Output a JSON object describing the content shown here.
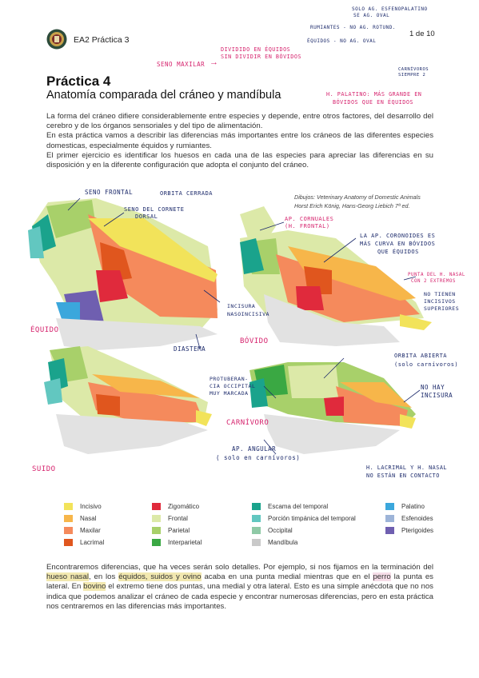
{
  "header": {
    "course": "EA2 Práctica 3",
    "page": "1 de 10",
    "notes": [
      "SOLO AG. ESFENOPALATINO",
      "SE AG. OVAL",
      "RUMIANTES - NO AG. ROTUND.",
      "ÉQUIDOS - NO AG. OVAL"
    ],
    "note_carnivoros": [
      "CARNÍVOROS",
      "SIEMPRE 2"
    ]
  },
  "top_annotations": {
    "seno_maxilar": "SENO MAXILAR",
    "dividido": [
      "DIVIDIDO EN ÉQUIDOS",
      "SIN DIVIDIR EN BÓVIDOS"
    ],
    "palatino": [
      "H. PALATINO: MÁS GRANDE EN",
      "BÓVIDOS QUE EN ÉQUIDOS"
    ]
  },
  "title": {
    "main": "Práctica 4",
    "sub": "Anatomía comparada del cráneo y mandíbula"
  },
  "intro": [
    "La forma del cráneo difiere considerablemente entre especies y depende, entre otros factores, del desarrollo del cerebro y de los órganos sensoriales y del tipo de alimentación.",
    "En esta práctica vamos a describir las diferencias más importantes entre los cráneos de las diferentes especies domesticas, especialmente équidos y rumiantes.",
    "El primer ejercicio es identificar los huesos en cada una de las especies para apreciar las diferencias en su disposición y en la diferente configuración que adopta el conjunto del cráneo."
  ],
  "credits": [
    "Dibujos: Veterinary Anatomy of Domestic Animals",
    "Horst Erich König, Hans-Georg Liebich 7ª ed."
  ],
  "figure_labels": {
    "seno_frontal": "SENO FRONTAL",
    "orbita_cerrada": "ORBITA CERRADA",
    "seno_cornete": [
      "SENO DEL CORNETE",
      "DORSAL"
    ],
    "ap_cornuales": [
      "AP. CORNUALES",
      "(H. frontal)"
    ],
    "coronoides": [
      "LA AP. CORONOIDES ES",
      "MÁS CURVA EN BÓVIDOS",
      "QUE ÉQUIDOS"
    ],
    "punta_nasal": [
      "PUNTA DEL H. NASAL",
      "CON 2 EXTREMOS"
    ],
    "no_incisivos": [
      "NO TIENEN",
      "INCISIVOS",
      "SUPERIORES"
    ],
    "incisura": [
      "INCISURA",
      "NASOINCISIVA"
    ],
    "equido": "ÉQUIDO",
    "bovido": "BÓVIDO",
    "diastema": "DIASTEMA",
    "orbita_abierta": [
      "ORBITA ABIERTA",
      "(solo carnívoros)"
    ],
    "protuberancia": [
      "PROTUBERAN-",
      "CIA OCCIPITAL",
      "MUY MARCADA"
    ],
    "no_hay_incisura": [
      "NO HAY",
      "INCISURA"
    ],
    "carnivoro": "CARNÍVORO",
    "suido": "SUIDO",
    "ap_angular": [
      "AP. ANGULAR",
      "( solo en carnívoros)"
    ],
    "lacrimal_nasal": [
      "H. LACRIMAL Y H. NASAL",
      "NO ESTÁN EN CONTACTO"
    ]
  },
  "legend": {
    "col1": [
      {
        "label": "Incisivo",
        "color": "#f2e35a"
      },
      {
        "label": "Nasal",
        "color": "#f7b64a"
      },
      {
        "label": "Maxilar",
        "color": "#f58a5c"
      },
      {
        "label": "Lacrimal",
        "color": "#e0561e"
      }
    ],
    "col2": [
      {
        "label": "Zigomático",
        "color": "#e02a3c"
      },
      {
        "label": "Frontal",
        "color": "#dce9a8"
      },
      {
        "label": "Parietal",
        "color": "#a8d06a"
      },
      {
        "label": "Interparietal",
        "color": "#3aa843"
      }
    ],
    "col3": [
      {
        "label": "Escama del temporal",
        "color": "#1aa38c"
      },
      {
        "label": "Porción timpánica del temporal",
        "color": "#62c7c0"
      },
      {
        "label": "Occipital",
        "color": "#8fc9a6"
      },
      {
        "label": "Mandíbula",
        "color": "#c9c9c9"
      }
    ],
    "col4": [
      {
        "label": "Palatino",
        "color": "#3ba7dc"
      },
      {
        "label": "Esfenoides",
        "color": "#9db4d8"
      },
      {
        "label": "Pterigoides",
        "color": "#6f5fb0"
      }
    ]
  },
  "closing": {
    "t1": "Encontraremos diferencias, que ha veces serán solo detalles. Por ejemplo, si nos fijamos en la terminación del ",
    "h1": "hueso nasal",
    "t2": ", en los ",
    "h2": "équidos, suidos y ovino",
    "t3": " acaba en una punta medial mientras que en el ",
    "h3": "perro",
    "t4": " la punta es lateral. En ",
    "h4": "bovino",
    "t5": " el extremo tiene dos puntas, una medial y otra lateral. Esto es una simple anécdota que no nos indica que podemos analizar el cráneo de cada especie y encontrar numerosas diferencias, pero en esta práctica nos centraremos en las diferencias más importantes."
  }
}
